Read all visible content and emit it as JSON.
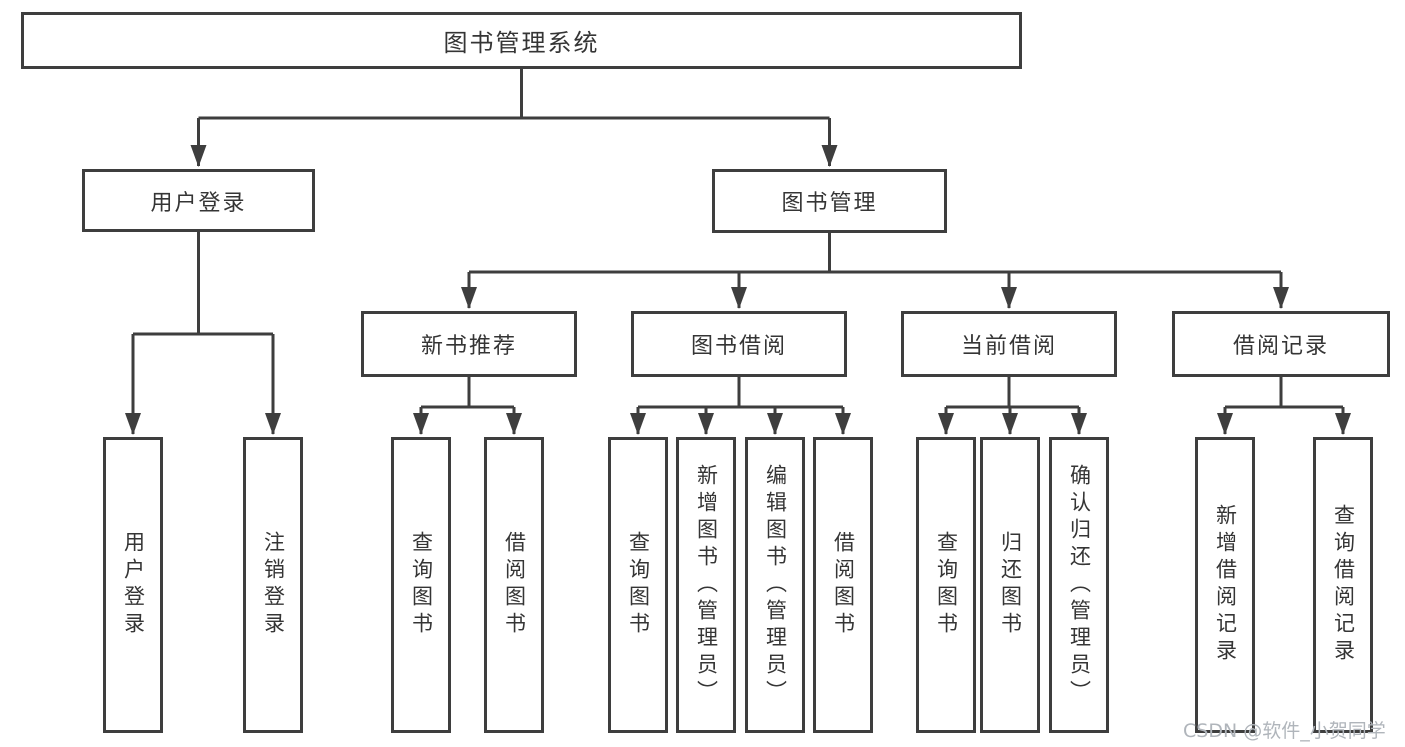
{
  "tree": {
    "root": "图书管理系统",
    "children": [
      {
        "label": "用户登录",
        "children": [
          "用户登录",
          "注销登录"
        ]
      },
      {
        "label": "图书管理",
        "children": [
          {
            "label": "新书推荐",
            "children": [
              "查询图书",
              "借阅图书"
            ]
          },
          {
            "label": "图书借阅",
            "children": [
              "查询图书",
              "新增图书（管理员）",
              "编辑图书（管理员）",
              "借阅图书"
            ]
          },
          {
            "label": "当前借阅",
            "children": [
              "查询图书",
              "归还图书",
              "确认归还（管理员）"
            ]
          },
          {
            "label": "借阅记录",
            "children": [
              "新增借阅记录",
              "查询借阅记录"
            ]
          }
        ]
      }
    ]
  },
  "watermark": "CSDN @软件_小贺同学",
  "colors": {
    "line": "#3e3e3e",
    "text": "#353535",
    "watermark": "#b0b5bb",
    "background": "#ffffff"
  }
}
